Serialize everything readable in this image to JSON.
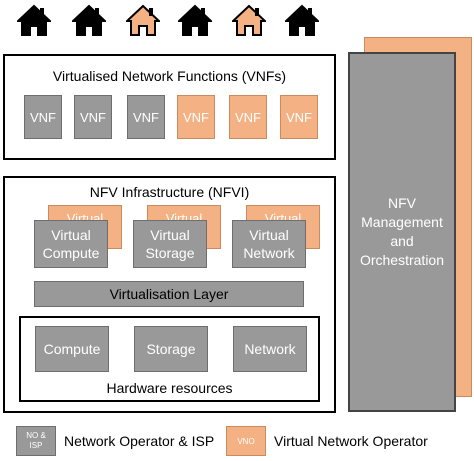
{
  "houses": [
    {
      "color": "#000000"
    },
    {
      "color": "#000000"
    },
    {
      "color": "#f4b183"
    },
    {
      "color": "#000000"
    },
    {
      "color": "#f4b183"
    },
    {
      "color": "#000000"
    }
  ],
  "colors": {
    "operator": "#999999",
    "virtual_operator": "#f4b183",
    "frame": "#000000"
  },
  "vnfs": {
    "title": "Virtualised Network Functions (VNFs)",
    "items": [
      {
        "label": "VNF",
        "type": "operator"
      },
      {
        "label": "VNF",
        "type": "operator"
      },
      {
        "label": "VNF",
        "type": "operator"
      },
      {
        "label": "VNF",
        "type": "virtual"
      },
      {
        "label": "VNF",
        "type": "virtual"
      },
      {
        "label": "VNF",
        "type": "virtual"
      }
    ]
  },
  "nfvi": {
    "title": "NFV Infrastructure (NFVI)",
    "virtual_back": [
      "Virtual",
      "Virtual",
      "Virtual"
    ],
    "virtual": [
      "Virtual\nCompute",
      "Virtual\nStorage",
      "Virtual\nNetwork"
    ],
    "virtualisation_layer": "Virtualisation Layer",
    "hardware": {
      "title": "Hardware resources",
      "items": [
        "Compute",
        "Storage",
        "Network"
      ]
    }
  },
  "mano": {
    "label": "NFV\nManagement\nand\nOrchestration"
  },
  "legend": {
    "operator_swatch": "NO &\nISP",
    "operator_label": "Network Operator & ISP",
    "virtual_swatch": "VNO",
    "virtual_label": "Virtual Network Operator"
  }
}
